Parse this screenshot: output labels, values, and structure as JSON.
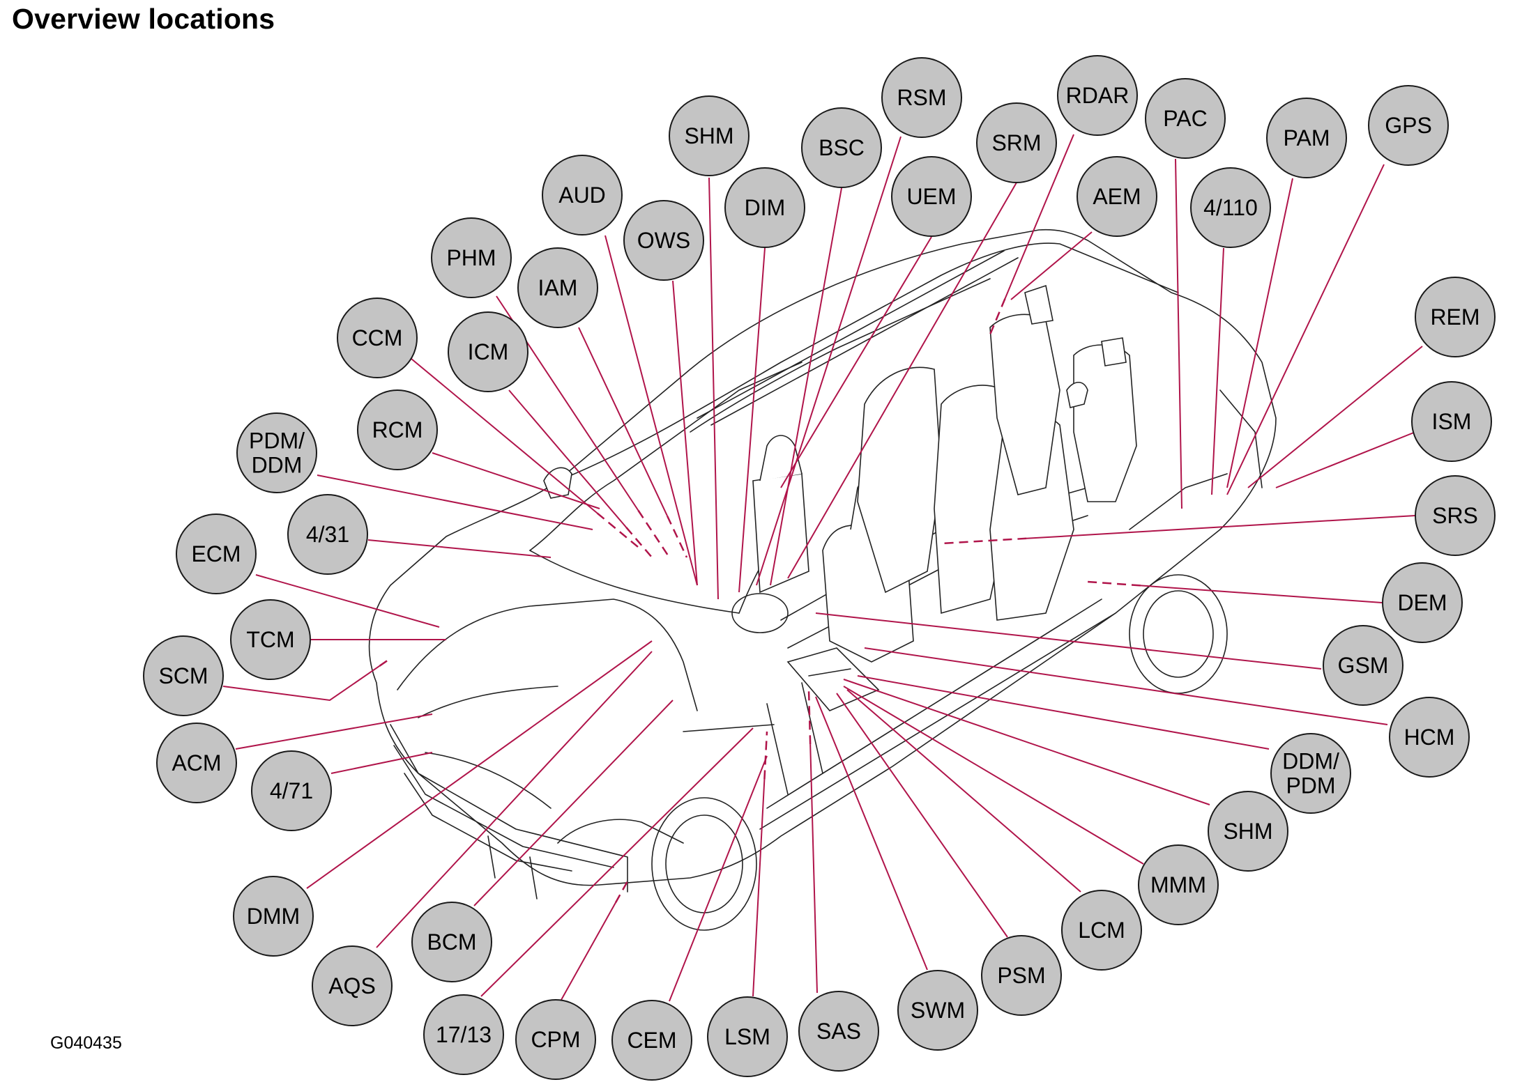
{
  "title": "Overview locations",
  "figure_id": "G040435",
  "colors": {
    "leader_line": "#b0144a",
    "callout_fill": "#c4c4c4",
    "callout_border": "#1a1a1a",
    "outline": "#222222"
  },
  "callouts": [
    {
      "name": "rsm",
      "lines": [
        "RSM"
      ]
    },
    {
      "name": "rdar",
      "lines": [
        "RDAR"
      ]
    },
    {
      "name": "pac",
      "lines": [
        "PAC"
      ]
    },
    {
      "name": "gps",
      "lines": [
        "GPS"
      ]
    },
    {
      "name": "shm-top",
      "lines": [
        "SHM"
      ]
    },
    {
      "name": "bsc",
      "lines": [
        "BSC"
      ]
    },
    {
      "name": "srm",
      "lines": [
        "SRM"
      ]
    },
    {
      "name": "pam",
      "lines": [
        "PAM"
      ]
    },
    {
      "name": "aud",
      "lines": [
        "AUD"
      ]
    },
    {
      "name": "dim",
      "lines": [
        "DIM"
      ]
    },
    {
      "name": "uem",
      "lines": [
        "UEM"
      ]
    },
    {
      "name": "aem",
      "lines": [
        "AEM"
      ]
    },
    {
      "name": "4-110",
      "lines": [
        "4/110"
      ]
    },
    {
      "name": "ows",
      "lines": [
        "OWS"
      ]
    },
    {
      "name": "phm",
      "lines": [
        "PHM"
      ]
    },
    {
      "name": "iam",
      "lines": [
        "IAM"
      ]
    },
    {
      "name": "ccm",
      "lines": [
        "CCM"
      ]
    },
    {
      "name": "icm",
      "lines": [
        "ICM"
      ]
    },
    {
      "name": "rem",
      "lines": [
        "REM"
      ]
    },
    {
      "name": "rcm",
      "lines": [
        "RCM"
      ]
    },
    {
      "name": "pdm-ddm",
      "lines": [
        "PDM/",
        "DDM"
      ]
    },
    {
      "name": "ism",
      "lines": [
        "ISM"
      ]
    },
    {
      "name": "4-31",
      "lines": [
        "4/31"
      ]
    },
    {
      "name": "srs",
      "lines": [
        "SRS"
      ]
    },
    {
      "name": "ecm",
      "lines": [
        "ECM"
      ]
    },
    {
      "name": "dem",
      "lines": [
        "DEM"
      ]
    },
    {
      "name": "tcm",
      "lines": [
        "TCM"
      ]
    },
    {
      "name": "gsm",
      "lines": [
        "GSM"
      ]
    },
    {
      "name": "scm",
      "lines": [
        "SCM"
      ]
    },
    {
      "name": "hcm",
      "lines": [
        "HCM"
      ]
    },
    {
      "name": "acm",
      "lines": [
        "ACM"
      ]
    },
    {
      "name": "ddm-pdm",
      "lines": [
        "DDM/",
        "PDM"
      ]
    },
    {
      "name": "4-71",
      "lines": [
        "4/71"
      ]
    },
    {
      "name": "shm-bottom",
      "lines": [
        "SHM"
      ]
    },
    {
      "name": "mmm",
      "lines": [
        "MMM"
      ]
    },
    {
      "name": "dmm",
      "lines": [
        "DMM"
      ]
    },
    {
      "name": "lcm",
      "lines": [
        "LCM"
      ]
    },
    {
      "name": "bcm",
      "lines": [
        "BCM"
      ]
    },
    {
      "name": "psm",
      "lines": [
        "PSM"
      ]
    },
    {
      "name": "aqs",
      "lines": [
        "AQS"
      ]
    },
    {
      "name": "swm",
      "lines": [
        "SWM"
      ]
    },
    {
      "name": "17-13",
      "lines": [
        "17/13"
      ]
    },
    {
      "name": "cpm",
      "lines": [
        "CPM"
      ]
    },
    {
      "name": "cem",
      "lines": [
        "CEM"
      ]
    },
    {
      "name": "lsm",
      "lines": [
        "LSM"
      ]
    },
    {
      "name": "sas",
      "lines": [
        "SAS"
      ]
    }
  ]
}
